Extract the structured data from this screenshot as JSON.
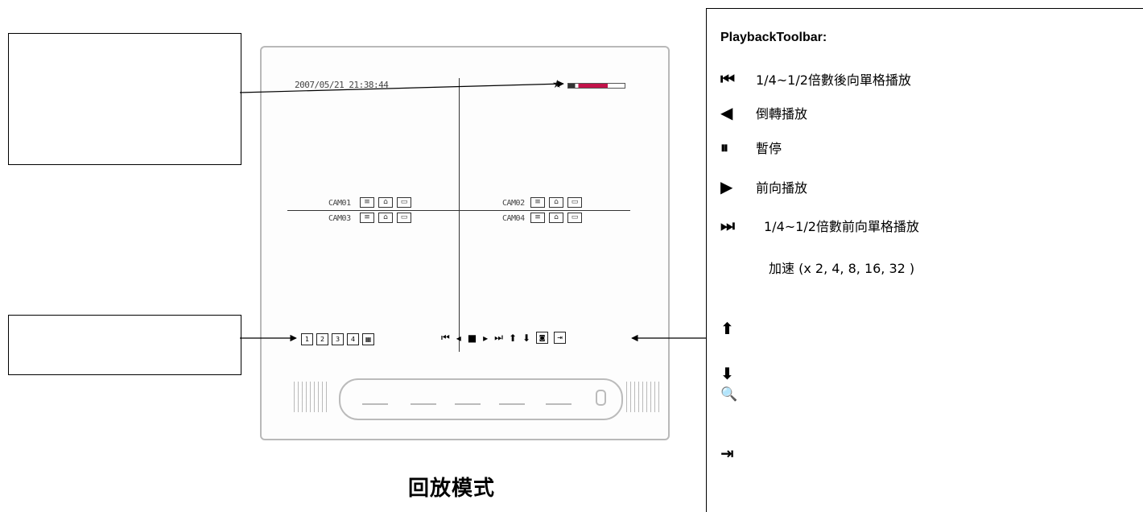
{
  "callouts": {
    "top": "",
    "bottom": ""
  },
  "monitor": {
    "timestamp": "2007/05/21   21:38:44",
    "cameras": [
      "CAM01",
      "CAM02",
      "CAM03",
      "CAM04"
    ],
    "playback_mark": "★"
  },
  "mode_title": "回放模式",
  "legend": {
    "heading": "PlaybackToolbar:",
    "items": [
      {
        "icon": "step-back-icon",
        "glyph": "⏮",
        "label": "1/4~1/2倍數後向單格播放"
      },
      {
        "icon": "rewind-icon",
        "glyph": "◀",
        "label": "倒轉播放"
      },
      {
        "icon": "pause-icon",
        "glyph": "⏸",
        "label": "暫停"
      },
      {
        "icon": "play-icon",
        "glyph": "▶",
        "label": "前向播放"
      },
      {
        "icon": "step-forward-icon",
        "glyph": "⏭",
        "label": "1/4~1/2倍數前向單格播放"
      }
    ],
    "speed_note": "加速  (x 2, 4, 8, 16, 32 )",
    "extra_icons": [
      {
        "icon": "arrow-up-icon",
        "glyph": "⬆"
      },
      {
        "icon": "arrow-down-icon",
        "glyph": "⬇"
      },
      {
        "icon": "zoom-icon",
        "glyph": "🔍"
      },
      {
        "icon": "exit-icon",
        "glyph": "⇥"
      }
    ]
  }
}
